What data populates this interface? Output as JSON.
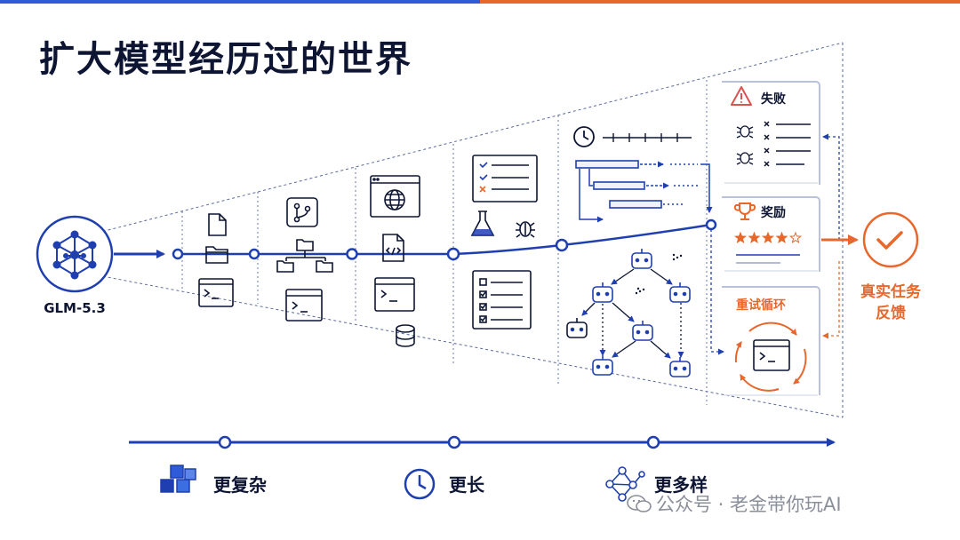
{
  "title": "扩大模型经历过的世界",
  "model": {
    "label": "GLM-5.3"
  },
  "panels": {
    "fail": "失败",
    "reward": "奖励",
    "retry": "重试循环"
  },
  "feedback": {
    "line1": "真实任务",
    "line2": "反馈"
  },
  "axis": [
    {
      "label": "更复杂",
      "icon": "cubes-icon"
    },
    {
      "label": "更长",
      "icon": "clock-icon"
    },
    {
      "label": "更多样",
      "icon": "network-icon"
    }
  ],
  "rating": {
    "stars": 4,
    "max": 5
  },
  "watermark": {
    "text": "公众号 · 老金带你玩AI"
  },
  "colors": {
    "blue": "#1f3fb0",
    "navy": "#0d1533",
    "orange": "#e8672a",
    "red": "#d9534f"
  }
}
